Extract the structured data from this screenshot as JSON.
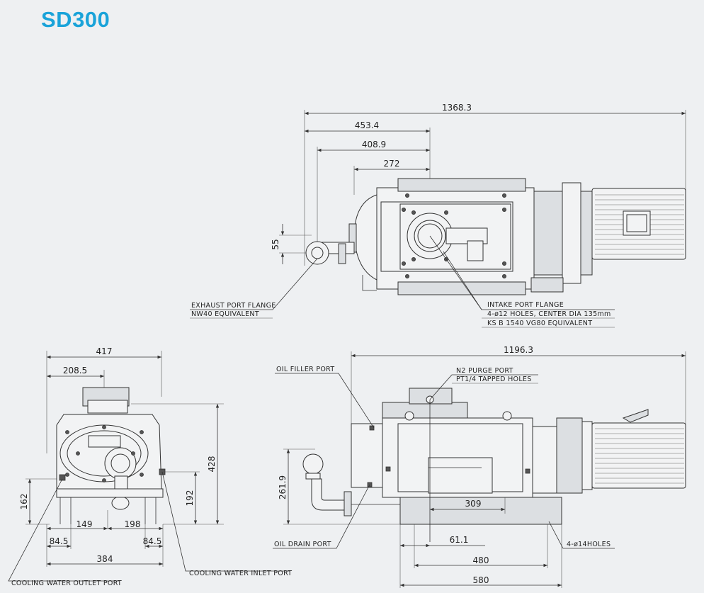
{
  "title": "SD300",
  "colors": {
    "title": "#1aa3d9",
    "background": "#eef0f2",
    "line": "#333333"
  },
  "top_view": {
    "dimensions": [
      "1368.3",
      "453.4",
      "408.9",
      "272",
      "55"
    ],
    "callouts": {
      "exhaust": [
        "EXHAUST PORT FLANGE",
        "NW40 EQUIVALENT"
      ],
      "intake": [
        "INTAKE PORT FLANGE",
        "4-ø12 HOLES, CENTER DIA 135mm",
        "KS B 1540 VG80 EQUIVALENT"
      ]
    }
  },
  "end_view": {
    "dimensions": [
      "417",
      "208.5",
      "428",
      "192",
      "162",
      "149",
      "198",
      "84.5",
      "84.5",
      "384"
    ],
    "callouts": {
      "cooling_outlet": "COOLING WATER OUTLET PORT",
      "cooling_inlet": "COOLING WATER INLET PORT"
    }
  },
  "side_view": {
    "dimensions": [
      "1196.3",
      "261.9",
      "309",
      "61.1",
      "480",
      "580"
    ],
    "callouts": {
      "oil_filler": "OIL FILLER PORT",
      "n2_purge": [
        "N2 PURGE PORT",
        "PT1/4 TAPPED HOLES"
      ],
      "oil_drain": "OIL DRAIN PORT",
      "holes": "4-ø14HOLES"
    }
  }
}
